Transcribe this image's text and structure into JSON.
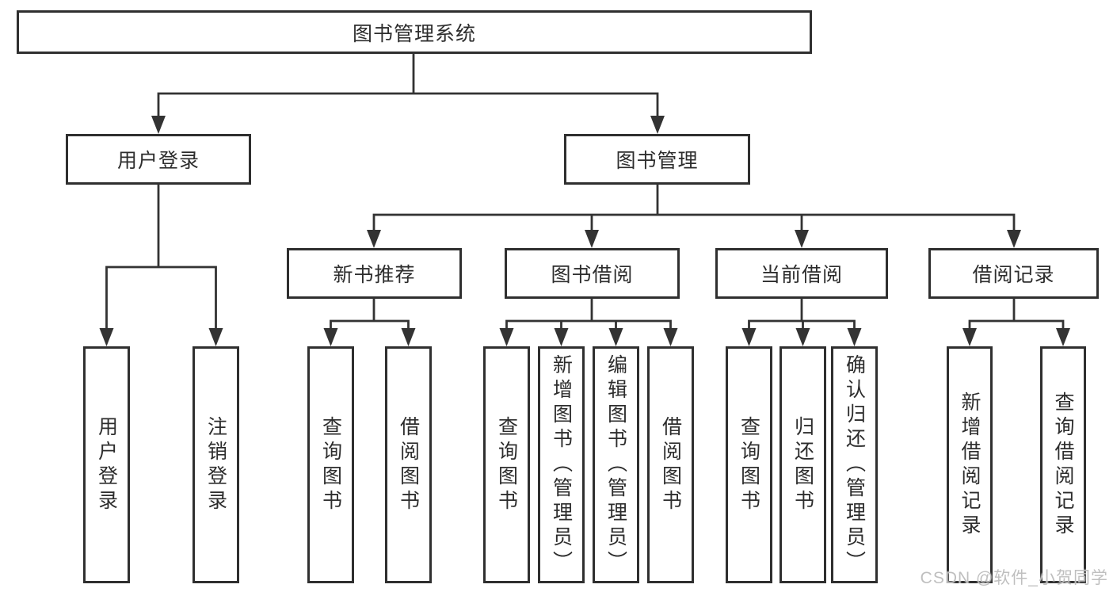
{
  "diagram": {
    "type": "tree",
    "title": "图书管理系统"
  },
  "nodes": {
    "root": {
      "label": "图书管理系统"
    },
    "userLogin": {
      "label": "用户登录"
    },
    "bookMgmt": {
      "label": "图书管理"
    },
    "newBooks": {
      "label": "新书推荐"
    },
    "bookBorrow": {
      "label": "图书借阅"
    },
    "currentBorrow": {
      "label": "当前借阅"
    },
    "borrowRecords": {
      "label": "借阅记录"
    },
    "leafUserLogin": {
      "label": "用户登录"
    },
    "leafLogout": {
      "label": "注销登录"
    },
    "nbQuery": {
      "label": "查询图书"
    },
    "nbBorrow": {
      "label": "借阅图书"
    },
    "bbQuery": {
      "label": "查询图书"
    },
    "bbAdd": {
      "label": "新增图书（管理员）"
    },
    "bbEdit": {
      "label": "编辑图书（管理员）"
    },
    "bbBorrow": {
      "label": "借阅图书"
    },
    "cbQuery": {
      "label": "查询图书"
    },
    "cbReturn": {
      "label": "归还图书"
    },
    "cbConfirm": {
      "label": "确认归还（管理员）"
    },
    "brAdd": {
      "label": "新增借阅记录"
    },
    "brQuery": {
      "label": "查询借阅记录"
    }
  },
  "hierarchy": {
    "root": [
      "userLogin",
      "bookMgmt"
    ],
    "userLogin": [
      "leafUserLogin",
      "leafLogout"
    ],
    "bookMgmt": [
      "newBooks",
      "bookBorrow",
      "currentBorrow",
      "borrowRecords"
    ],
    "newBooks": [
      "nbQuery",
      "nbBorrow"
    ],
    "bookBorrow": [
      "bbQuery",
      "bbAdd",
      "bbEdit",
      "bbBorrow"
    ],
    "currentBorrow": [
      "cbQuery",
      "cbReturn",
      "cbConfirm"
    ],
    "borrowRecords": [
      "brAdd",
      "brQuery"
    ]
  },
  "watermark": {
    "text": "CSDN @软件_小贺同学"
  },
  "colors": {
    "background": "#ffffff",
    "box_border": "#2f2f2f",
    "line": "#333333",
    "text": "#2d2d2d",
    "watermark": "#bcbcbc"
  }
}
